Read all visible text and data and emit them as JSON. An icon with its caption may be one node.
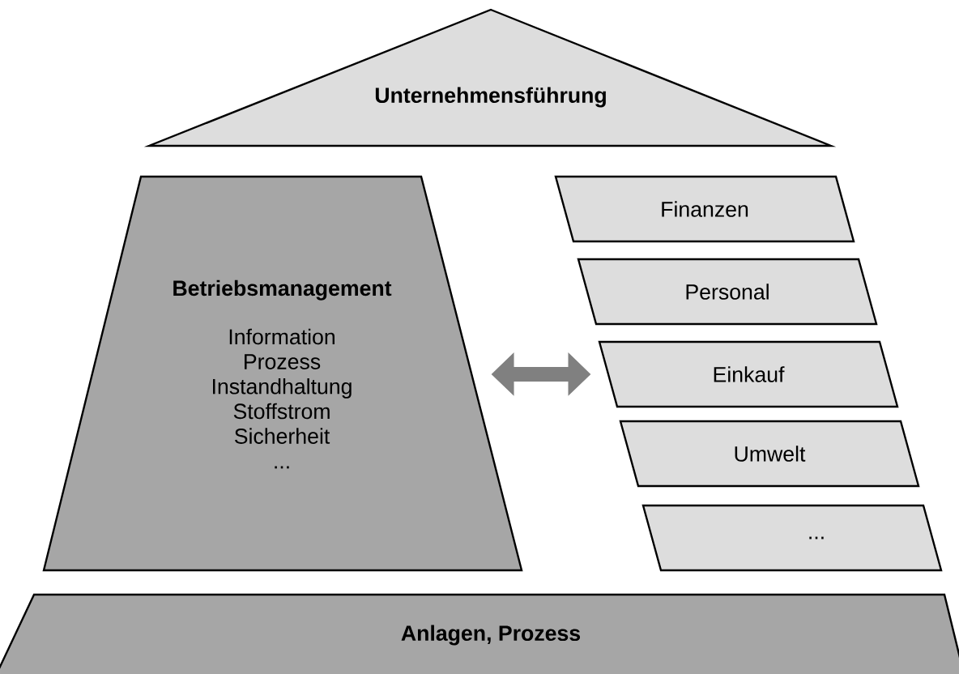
{
  "diagram": {
    "nodes": [
      {
        "text": [
          "Unternehmensführung"
        ]
      },
      {
        "text": [
          "Betriebsmanagement",
          "Information",
          "Prozess",
          "Instandhaltung",
          "Stoffstrom",
          "Sicherheit",
          "..."
        ]
      },
      {
        "text": [
          "Finanzen"
        ]
      },
      {
        "text": [
          "Personal"
        ]
      },
      {
        "text": [
          "Einkauf"
        ]
      },
      {
        "text": [
          "Umwelt"
        ]
      },
      {
        "text": [
          "..."
        ]
      },
      {
        "text": [
          "Anlagen, Prozess"
        ]
      }
    ],
    "edges": [
      {
        "from": 1,
        "to": 4,
        "arrow": "both"
      }
    ]
  }
}
